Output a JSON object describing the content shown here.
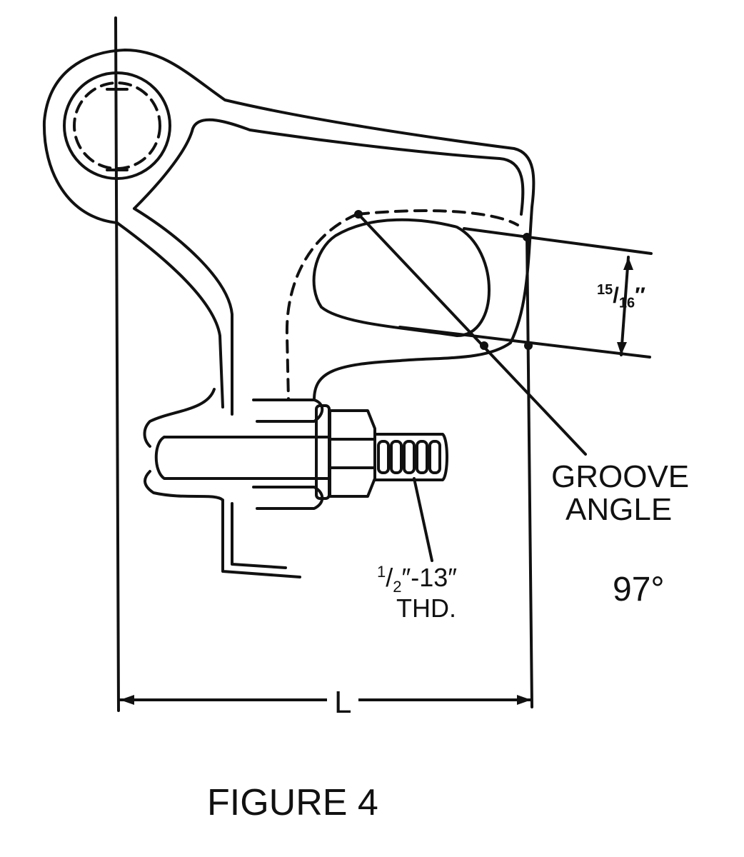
{
  "figure": {
    "caption": "FIGURE 4",
    "thickness_dimension": {
      "num": "15",
      "den": "16",
      "mark": "″"
    },
    "groove_label_line1": "GROOVE",
    "groove_label_line2": "ANGLE",
    "groove_angle": "97°",
    "thread_label": {
      "num": "1",
      "den": "2",
      "rest": "″-13″"
    },
    "thread_label_line2": "THD.",
    "length_dimension": "L"
  }
}
